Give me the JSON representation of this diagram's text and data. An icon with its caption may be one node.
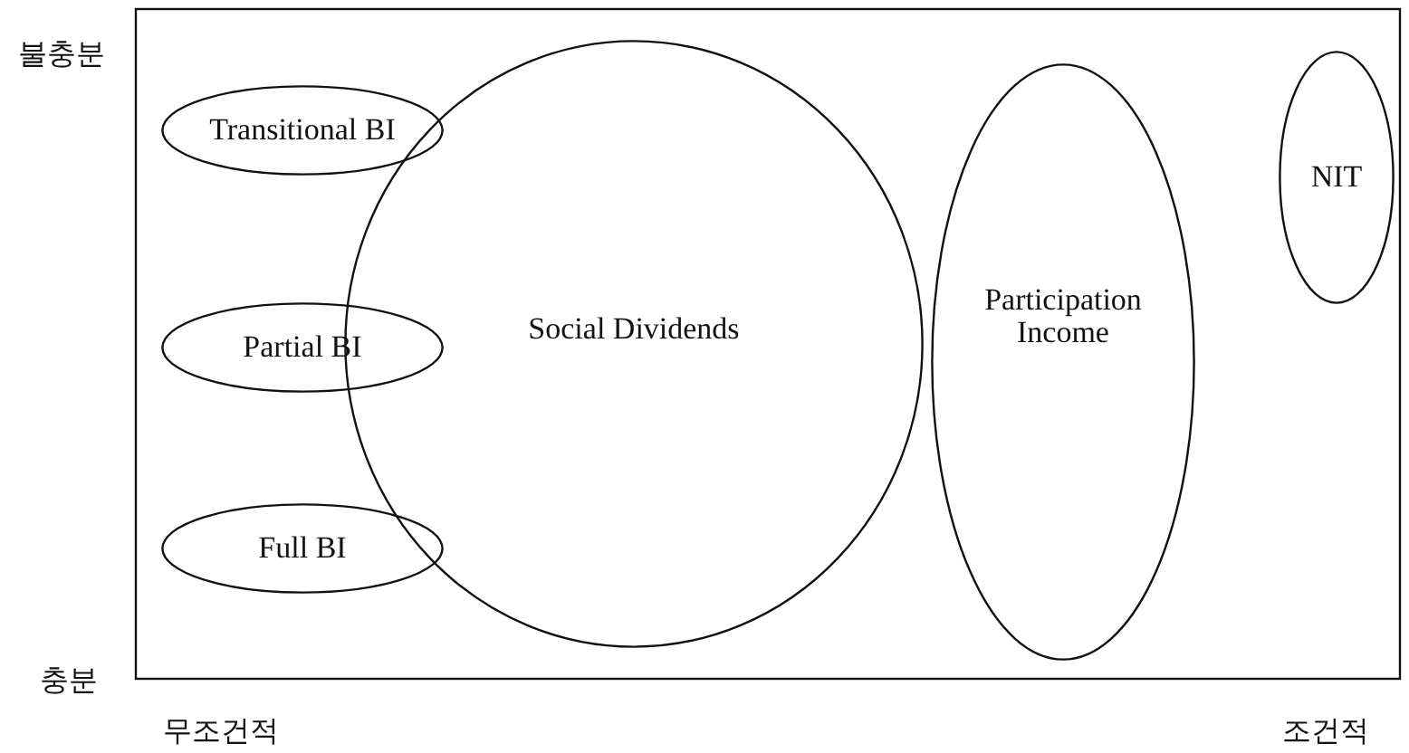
{
  "diagram": {
    "nodes": [
      {
        "text": [
          "Transitional BI"
        ]
      },
      {
        "text": [
          "Partial BI"
        ]
      },
      {
        "text": [
          "Full BI"
        ]
      },
      {
        "text": [
          "Social Dividends"
        ]
      },
      {
        "text": [
          "Participation Income"
        ]
      },
      {
        "text": [
          "NIT"
        ]
      }
    ],
    "labels": [
      "불충분",
      "충분",
      "무조건적",
      "조건적"
    ]
  }
}
